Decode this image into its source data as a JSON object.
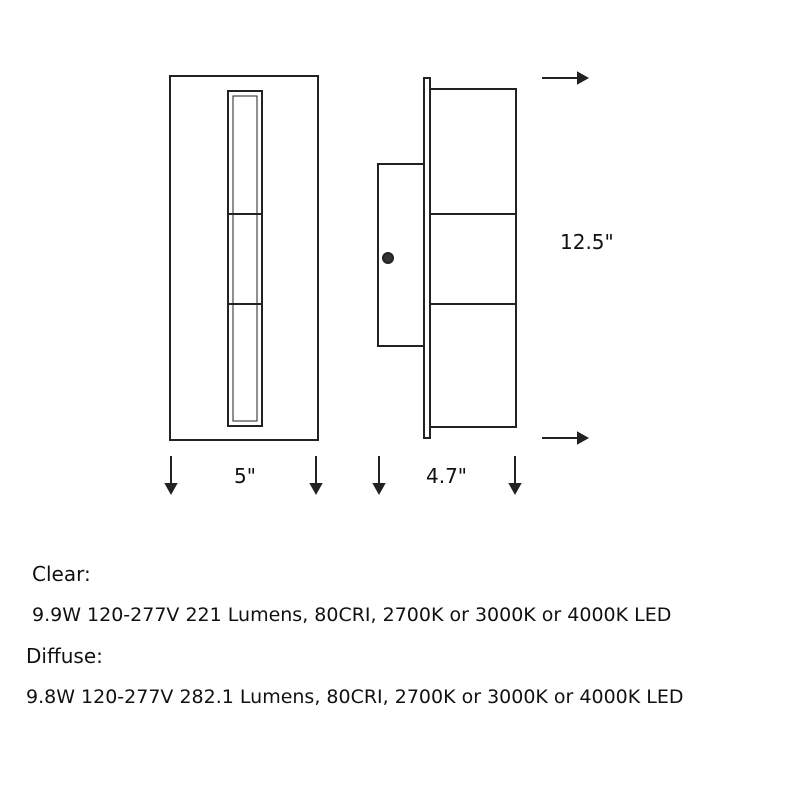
{
  "dimensions": {
    "width": "5\"",
    "depth": "4.7\"",
    "height": "12.5\""
  },
  "specs": [
    {
      "label": "Clear:",
      "detail": "9.9W 120-277V 221 Lumens, 80CRI, 2700K or 3000K or 4000K LED"
    },
    {
      "label": "Diffuse:",
      "detail": "9.8W 120-277V 282.1 Lumens, 80CRI, 2700K or 3000K or 4000K LED"
    }
  ]
}
